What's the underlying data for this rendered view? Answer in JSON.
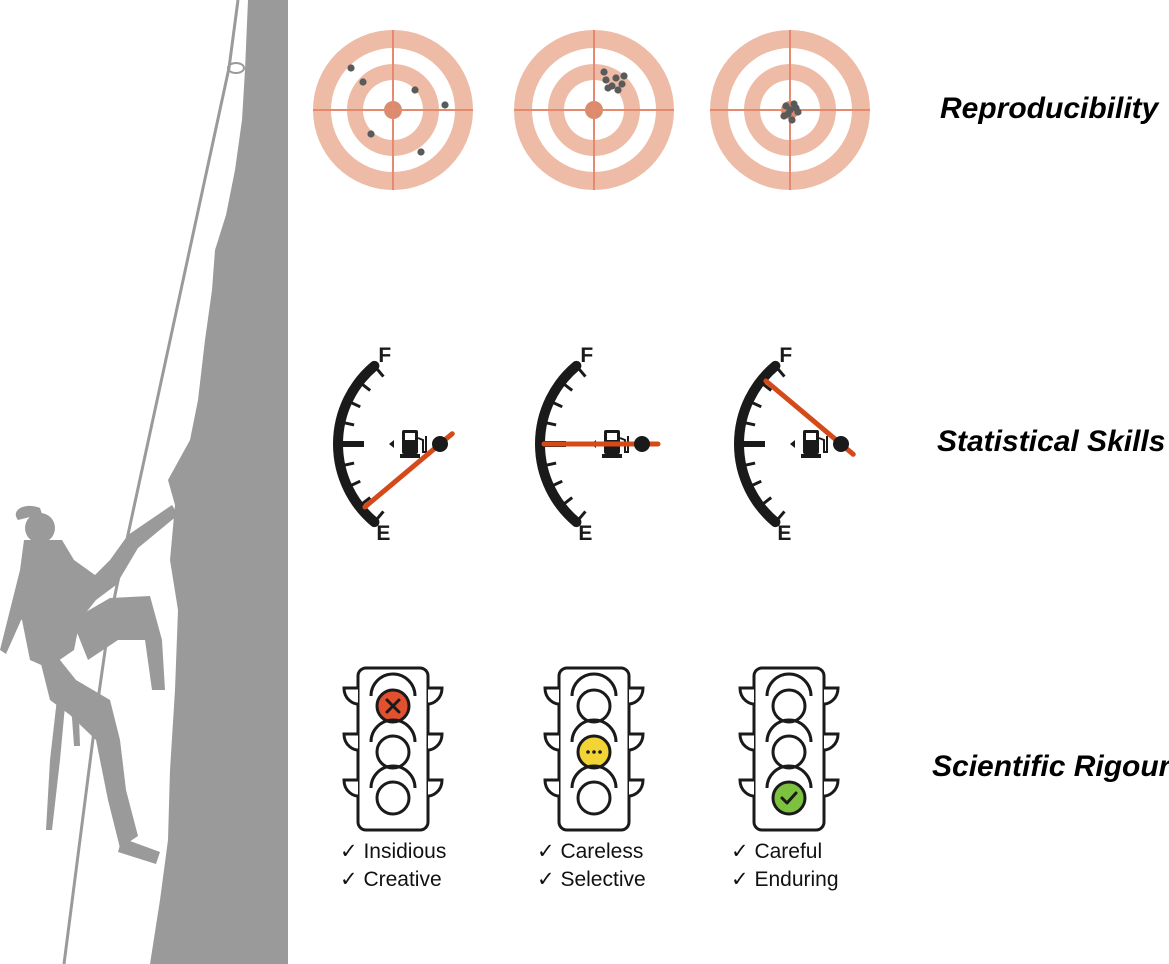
{
  "rows": {
    "reproducibility": {
      "label": "Reproducibility"
    },
    "statistical_skills": {
      "label": "Statistical Skills"
    },
    "scientific_rigour": {
      "label": "Scientific Rigour"
    }
  },
  "gauge": {
    "full_letter": "F",
    "empty_letter": "E",
    "icon": "fuel-pump-icon",
    "levels": [
      0.1,
      0.5,
      0.9
    ]
  },
  "targets": {
    "hit_spread": [
      "scattered",
      "clustered-off-center",
      "clustered-center"
    ]
  },
  "traffic_lights": [
    {
      "state": "red",
      "icon": "x-icon",
      "items": [
        "Insidious",
        "Creative"
      ]
    },
    {
      "state": "yellow",
      "icon": "ellipsis-icon",
      "items": [
        "Careless",
        "Selective"
      ]
    },
    {
      "state": "green",
      "icon": "check-icon",
      "items": [
        "Careful",
        "Enduring"
      ]
    }
  ],
  "check_mark": "✓",
  "colors": {
    "target_rings": "#EDBBA6",
    "target_center": "#D98D6F",
    "crosshair": "#E58A6E",
    "hit_dots": "#5A5A5A",
    "needle": "#D44A1A",
    "red_light": "#E2502E",
    "yellow_light": "#F2D535",
    "green_light": "#7DC23F",
    "silhouette": "#9A9A9A"
  }
}
